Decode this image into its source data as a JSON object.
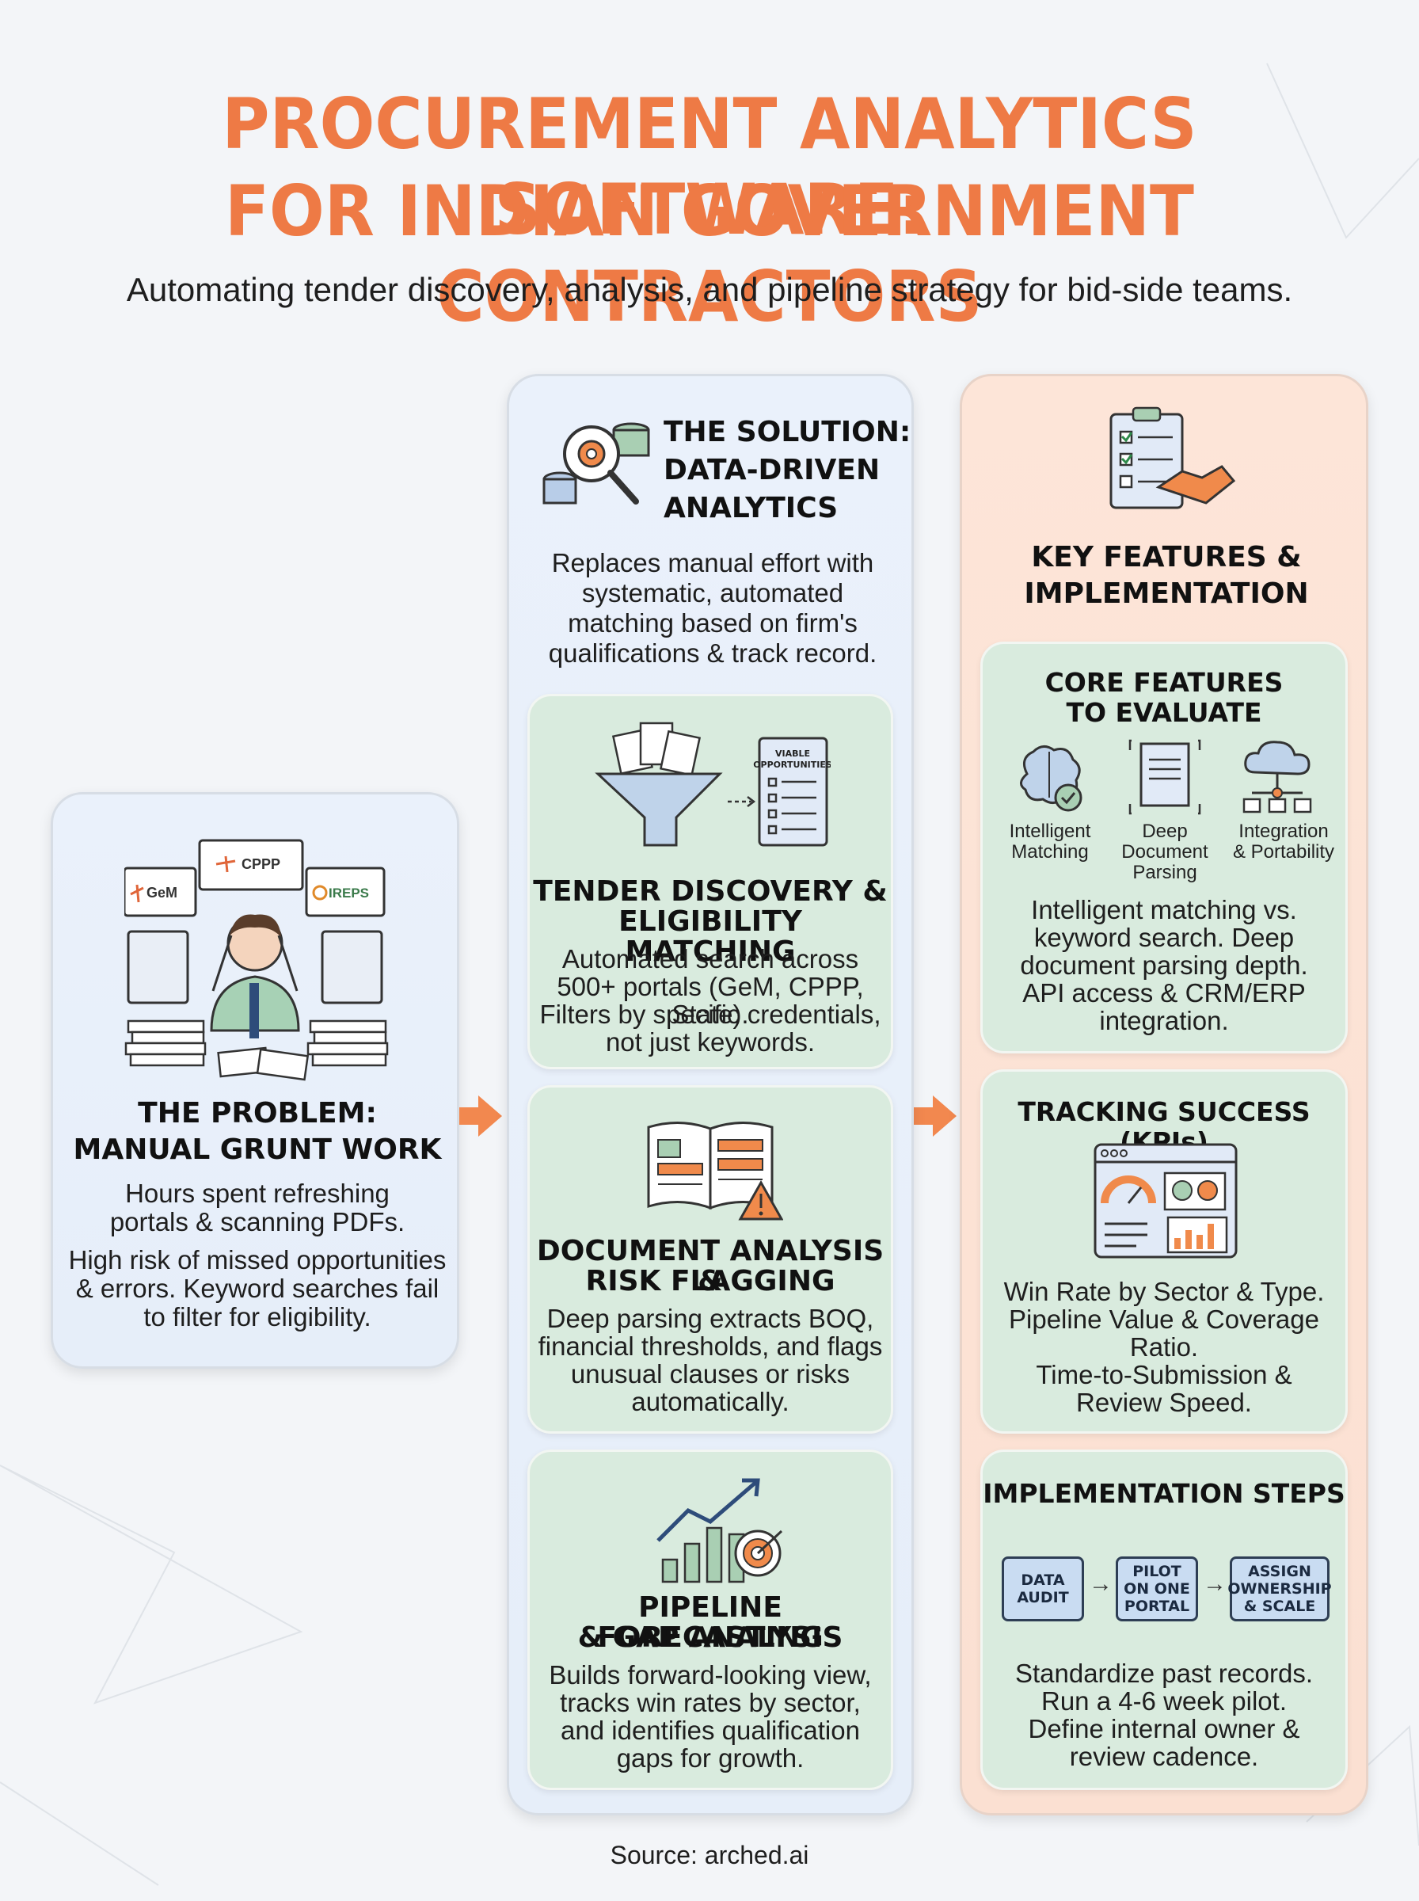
{
  "header": {
    "title_line1": "PROCUREMENT ANALYTICS SOFTWARE:",
    "title_line2": "FOR INDIAN GOVERNMENT CONTRACTORS",
    "subtitle": "Automating tender discovery, analysis, and pipeline strategy for bid-side teams.",
    "accent_color": "#ee7a45"
  },
  "problem": {
    "portals": [
      "GeM",
      "CPPP",
      "IREPS"
    ],
    "heading_line1": "THE PROBLEM:",
    "heading_line2": "MANUAL GRUNT WORK",
    "text1_line1": "Hours spent refreshing",
    "text1_line2": "portals & scanning PDFs.",
    "text2_line1": "High risk of missed opportunities",
    "text2_line2": "& errors. Keyword searches fail",
    "text2_line3": "to filter for eligibility."
  },
  "solution": {
    "heading_line1": "THE SOLUTION:",
    "heading_line2": "DATA-DRIVEN",
    "heading_line3": "ANALYTICS",
    "text_line1": "Replaces manual effort with",
    "text_line2": "systematic, automated",
    "text_line3": "matching based on firm's",
    "text_line4": "qualifications & track record.",
    "discovery": {
      "icon_label_line1": "VIABLE",
      "icon_label_line2": "OPPORTUNITIES",
      "heading_line1": "TENDER DISCOVERY &",
      "heading_line2": "ELIGIBILITY MATCHING",
      "text_line1": "Automated search across",
      "text_line2": "500+ portals (GeM, CPPP, State).",
      "text_line3": "Filters by specific credentials,",
      "text_line4": "not just keywords."
    },
    "document": {
      "heading_line1": "DOCUMENT ANALYSIS &",
      "heading_line2": "RISK FLAGGING",
      "text_line1": "Deep parsing extracts BOQ,",
      "text_line2": "financial thresholds, and flags",
      "text_line3": "unusual clauses or risks",
      "text_line4": "automatically."
    },
    "pipeline": {
      "heading_line1": "PIPELINE FORECASTING",
      "heading_line2": "& GAP ANALYSIS",
      "text_line1": "Builds forward-looking view,",
      "text_line2": "tracks win rates by sector,",
      "text_line3": "and identifies qualification",
      "text_line4": "gaps for growth."
    }
  },
  "features": {
    "heading_line1": "KEY FEATURES &",
    "heading_line2": "IMPLEMENTATION",
    "core": {
      "heading_line1": "CORE FEATURES",
      "heading_line2": "TO EVALUATE",
      "icons": [
        {
          "line1": "Intelligent",
          "line2": "Matching",
          "line3": ""
        },
        {
          "line1": "Deep",
          "line2": "Document",
          "line3": "Parsing"
        },
        {
          "line1": "Integration",
          "line2": "& Portability",
          "line3": ""
        }
      ],
      "text_line1": "Intelligent matching vs.",
      "text_line2": "keyword search. Deep",
      "text_line3": "document parsing depth.",
      "text_line4": "API access & CRM/ERP",
      "text_line5": "integration."
    },
    "kpis": {
      "heading": "TRACKING SUCCESS (KPIs)",
      "text_line1": "Win Rate by Sector & Type.",
      "text_line2": "Pipeline Value & Coverage",
      "text_line3": "Ratio.",
      "text_line4": "Time-to-Submission &",
      "text_line5": "Review Speed."
    },
    "implementation": {
      "heading": "IMPLEMENTATION STEPS",
      "steps": [
        {
          "line1": "DATA",
          "line2": "AUDIT",
          "line3": ""
        },
        {
          "line1": "PILOT",
          "line2": "ON ONE",
          "line3": "PORTAL"
        },
        {
          "line1": "ASSIGN",
          "line2": "OWNERSHIP",
          "line3": "& SCALE"
        }
      ],
      "text_line1": "Standardize past records.",
      "text_line2": "Run a 4-6 week pilot.",
      "text_line3": "Define internal owner &",
      "text_line4": "review cadence."
    }
  },
  "footer": {
    "source": "Source: arched.ai"
  }
}
